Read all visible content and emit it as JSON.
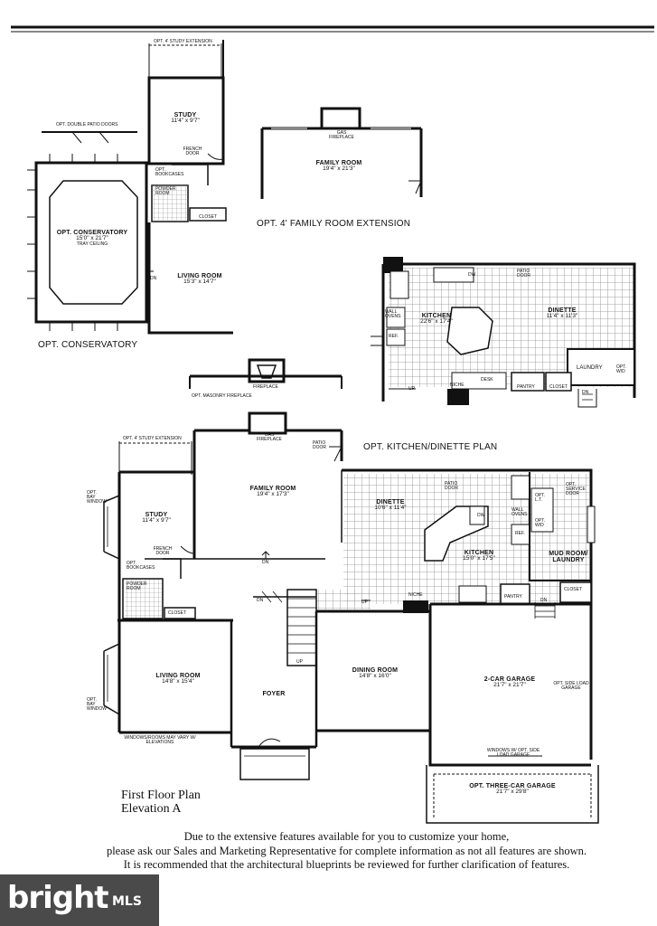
{
  "plans": {
    "conservatory": {
      "caption": "OPT. CONSERVATORY",
      "study_ext": "OPT. 4' STUDY EXTENSION",
      "patio_doors": "OPT. DOUBLE PATIO DOORS",
      "study": {
        "name": "STUDY",
        "dim": "11'4\" x 9'7\""
      },
      "french_door": "FRENCH DOOR",
      "bookcases": "OPT. BOOKCASES",
      "powder": "POWDER ROOM",
      "closet": "CLOSET",
      "conservatory": {
        "name": "OPT. CONSERVATORY",
        "dim": "15'0\" x 21'7\"",
        "note": "TRAY CEILING"
      },
      "living": {
        "name": "LIVING ROOM",
        "dim": "15'3\" x 14'7\""
      },
      "dn": "DN"
    },
    "family_ext": {
      "caption": "OPT. 4' FAMILY ROOM EXTENSION",
      "gas_fireplace": "GAS FIREPLACE",
      "family": {
        "name": "FAMILY ROOM",
        "dim": "19'4\" x 21'3\""
      }
    },
    "kitchen_dinette": {
      "caption": "OPT. KITCHEN/DINETTE PLAN",
      "kitchen": {
        "name": "KITCHEN",
        "dim": "22'6\" x 17'4\""
      },
      "dinette": {
        "name": "DINETTE",
        "dim": "11'4\" x 11'3\""
      },
      "wall_ovens": "WALL OVENS",
      "ref": "REF.",
      "dw": "DW",
      "patio_door": "PATIO DOOR",
      "desk": "DESK",
      "niche": "NICHE",
      "pantry": "PANTRY",
      "closet": "CLOSET",
      "laundry": "LAUNDRY",
      "opt_wd": "OPT. W/D",
      "up": "UP",
      "dn": "DN"
    },
    "masonry": {
      "caption": "OPT. MASONRY FIREPLACE",
      "fireplace": "FIREPLACE"
    },
    "first_floor": {
      "study_ext": "OPT. 4' STUDY EXTENSION",
      "gas_fireplace": "GAS FIREPLACE",
      "patio_door": "PATIO DOOR",
      "bay_window": "OPT. BAY WINDOW",
      "study": {
        "name": "STUDY",
        "dim": "11'4\" x 9'7\""
      },
      "family": {
        "name": "FAMILY ROOM",
        "dim": "19'4\" x 17'3\""
      },
      "dinette": {
        "name": "DINETTE",
        "dim": "10'6\" x 11'4\""
      },
      "kitchen": {
        "name": "KITCHEN",
        "dim": "15'0\" x 17'5\""
      },
      "mudroom": {
        "name": "MUD ROOM/ LAUNDRY"
      },
      "french_door": "FRENCH DOOR",
      "bookcases": "OPT. BOOKCASES",
      "powder": "POWDER ROOM",
      "closet": "CLOSET",
      "living": {
        "name": "LIVING ROOM",
        "dim": "14'8\" x 15'4\""
      },
      "foyer": {
        "name": "FOYER"
      },
      "dining": {
        "name": "DINING ROOM",
        "dim": "14'8\" x 16'0\""
      },
      "garage": {
        "name": "2-CAR GARAGE",
        "dim": "21'7\" x 21'7\""
      },
      "side_load": "OPT. SIDE LOAD GARAGE",
      "windows_garage": "WINDOWS W/ OPT. SIDE LOAD GARAGE",
      "three_car": {
        "name": "OPT. THREE-CAR GARAGE",
        "dim": "21'7\" x 29'8\""
      },
      "windows_note": "WINDOWS/ROOMS MAY VARY W/ ELEVATIONS",
      "wall_ovens": "WALL OVENS",
      "ref": "REF.",
      "dw": "DW",
      "niche": "NICHE",
      "pantry": "PANTRY",
      "opt_lt": "OPT. L.T.",
      "opt_wd": "OPT. W/D",
      "opt_service_door": "OPT. SERVICE DOOR",
      "dn": "DN",
      "up": "UP"
    }
  },
  "title": {
    "line1": "First Floor Plan",
    "line2": "Elevation A"
  },
  "disclaimer": {
    "line1": "Due to the extensive features available for you to customize your home,",
    "line2": "please ask our Sales and Marketing Representative for complete information as not all features are shown.",
    "line3": "It is recommended that the architectural blueprints be reviewed for further clarification of features."
  },
  "watermark": {
    "brand": "bright",
    "suffix": "MLS"
  },
  "colors": {
    "ink": "#111111",
    "tile": "#8a8a8a",
    "logo_bg": "#4a4a4a"
  }
}
